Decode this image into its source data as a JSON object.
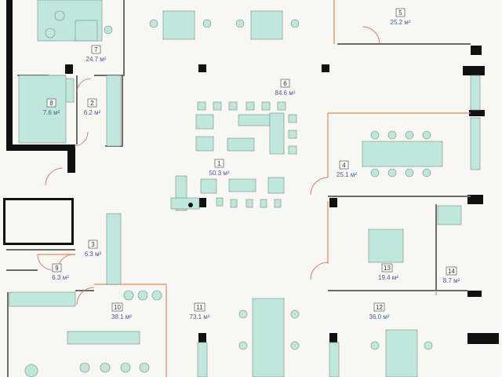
{
  "rooms": [
    {
      "num": "1",
      "area": "50.3 м²"
    },
    {
      "num": "2",
      "area": "6.2 м²"
    },
    {
      "num": "3",
      "area": "6.3 м²"
    },
    {
      "num": "4",
      "area": "25.1 м²"
    },
    {
      "num": "5",
      "area": "25.2 м²"
    },
    {
      "num": "6",
      "area": "84.6 м²"
    },
    {
      "num": "7",
      "area": "24.7 м²"
    },
    {
      "num": "8",
      "area": "7.6 м²"
    },
    {
      "num": "9",
      "area": "6.3 м²"
    },
    {
      "num": "10",
      "area": "38.1 м²"
    },
    {
      "num": "11",
      "area": "73.1 м²"
    },
    {
      "num": "12",
      "area": "36.0 м²"
    },
    {
      "num": "13",
      "area": "19.4 м²"
    },
    {
      "num": "14",
      "area": "8.7 м²"
    }
  ],
  "colors": {
    "furniture": "#bfe7dc",
    "wall": "#111111",
    "partition": "#6d6d6d",
    "glass_partition": "#e38a5a",
    "area_text": "#4a5a9a"
  }
}
